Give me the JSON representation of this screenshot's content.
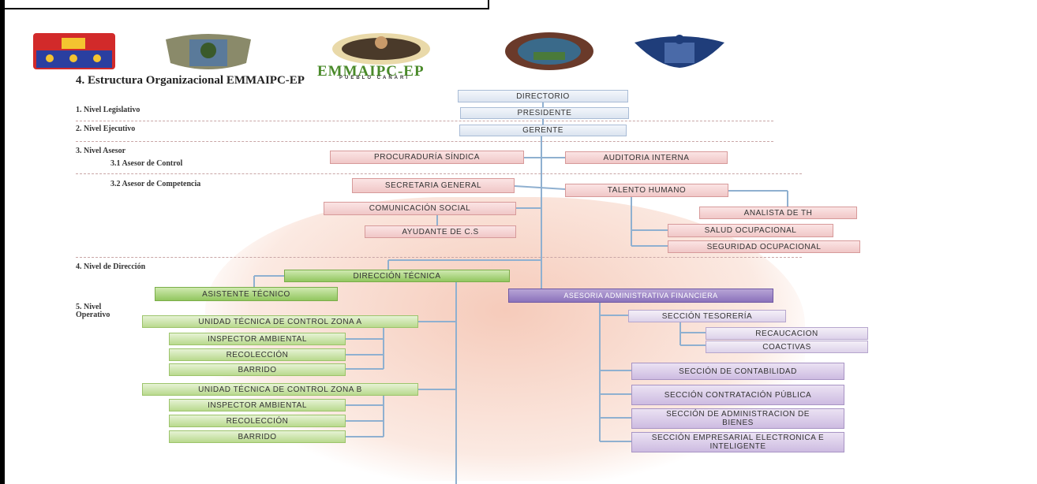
{
  "title": "4. Estructura Organizacional EMMAIPC-EP",
  "brand": {
    "name": "EMMAIPC-EP",
    "subtitle": "PUEBLO CAÑARI"
  },
  "levels": {
    "l1": "1. Nivel Legislativo",
    "l2": "2. Nivel Ejecutivo",
    "l3": "3. Nivel Asesor",
    "l31": "3.1 Asesor de Control",
    "l32": "3.2 Asesor de Competencia",
    "l4": "4. Nivel de Dirección",
    "l5a": "5. Nivel",
    "l5b": "Operativo"
  },
  "units": {
    "directorio": "DIRECTORIO",
    "presidente": "PRESIDENTE",
    "gerente": "GERENTE",
    "procuraduria": "PROCURADURÍA SÍNDICA",
    "auditoria": "AUDITORIA INTERNA",
    "secretaria": "SECRETARIA GENERAL",
    "talento": "TALENTO HUMANO",
    "comunicacion": "COMUNICACIÓN SOCIAL",
    "ayudante": "AYUDANTE DE C.S",
    "analista": "ANALISTA DE TH",
    "salud": "SALUD OCUPACIONAL",
    "seguridad": "SEGURIDAD OCUPACIONAL",
    "direccion": "DIRECCIÓN TÉCNICA",
    "asistente": "ASISTENTE TÉCNICO",
    "asesoria": "ASESORIA ADMINISTRATIVA FINANCIERA",
    "zona_a": "UNIDAD TÉCNICA DE CONTROL ZONA A",
    "inspector_a": "INSPECTOR AMBIENTAL",
    "recoleccion_a": "RECOLECCIÓN",
    "barrido_a": "BARRIDO",
    "zona_b": "UNIDAD TÉCNICA DE CONTROL ZONA B",
    "inspector_b": "INSPECTOR AMBIENTAL",
    "recoleccion_b": "RECOLECCIÓN",
    "barrido_b": "BARRIDO",
    "tesoreria": "SECCIÓN TESORERÍA",
    "recaucacion": "RECAUCACION",
    "coactivas": "COACTIVAS",
    "contabilidad": "SECCIÓN DE CONTABILIDAD",
    "contratacion": "SECCIÓN CONTRATACIÓN PÚBLICA",
    "bienes": "SECCIÓN DE ADMINISTRACION DE BIENES",
    "empresarial": "SECCIÓN EMPRESARIAL ELECTRONICA E INTELIGENTE"
  },
  "colors": {
    "connector": "#8fb0d0",
    "executive": "#dbe4f0",
    "advisory": "#f0c7c7",
    "technical": "#b9d98e",
    "financial": "#cdbbe1"
  }
}
